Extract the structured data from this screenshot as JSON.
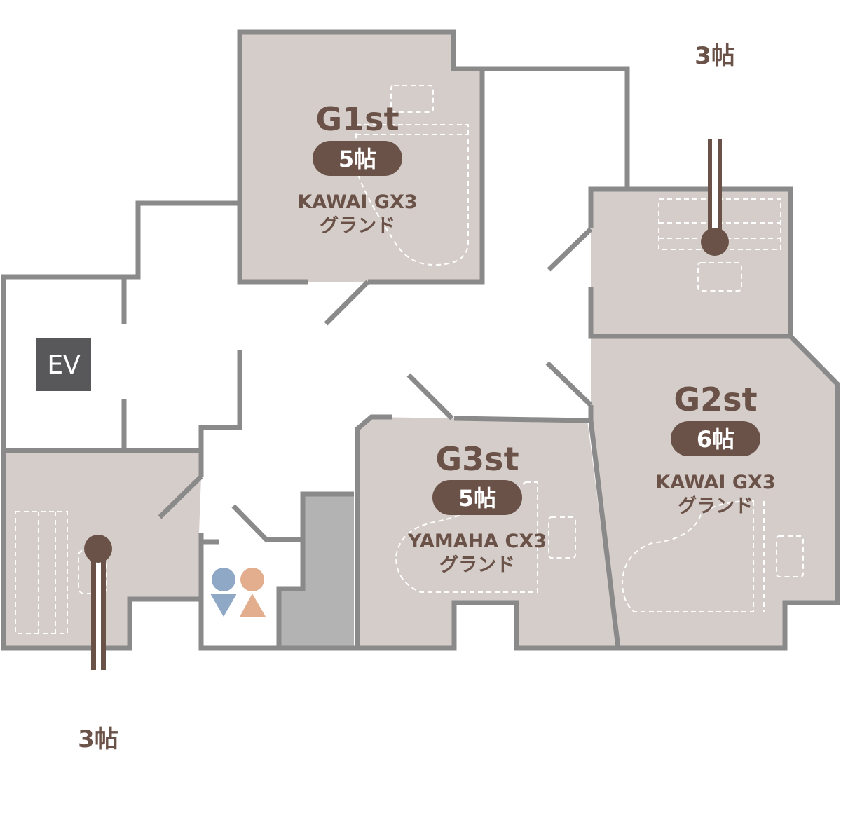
{
  "rooms": {
    "g1": {
      "name": "G1st",
      "size": "5帖",
      "piano": "KAWAI GX3",
      "type": "グランド"
    },
    "g2": {
      "name": "G2st",
      "size": "6帖",
      "piano": "KAWAI GX3",
      "type": "グランド"
    },
    "g3": {
      "name": "G3st",
      "size": "5帖",
      "piano": "YAMAHA CX3",
      "type": "グランド"
    }
  },
  "small_rooms": {
    "top_right": {
      "size": "3帖"
    },
    "bottom_left": {
      "size": "3帖"
    }
  },
  "elevator": {
    "label": "EV"
  },
  "colors": {
    "wall": "#8a8a8a",
    "room": "#d5cdc9",
    "accent": "#6b5248",
    "stairs": "#b3b3b3",
    "elevator": "#58585a",
    "male": "#8fa8c6",
    "female": "#e2ae8e"
  }
}
